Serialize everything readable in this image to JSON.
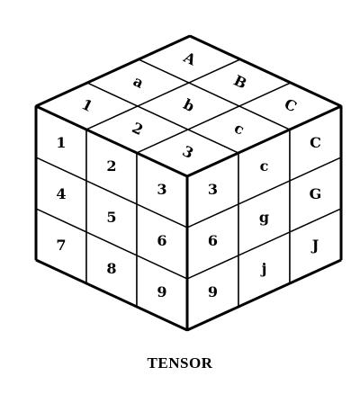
{
  "caption": "TENSOR",
  "front_face": [
    [
      "1",
      "2",
      "3"
    ],
    [
      "4",
      "5",
      "6"
    ],
    [
      "7",
      "8",
      "9"
    ]
  ],
  "right_face": [
    [
      "3",
      "c",
      "C"
    ],
    [
      "6",
      "g",
      "G"
    ],
    [
      "9",
      "j",
      "J"
    ]
  ],
  "top_face": [
    [
      "1",
      "a",
      "A"
    ],
    [
      "2",
      "b",
      "B"
    ],
    [
      "3",
      "c",
      "C"
    ]
  ]
}
